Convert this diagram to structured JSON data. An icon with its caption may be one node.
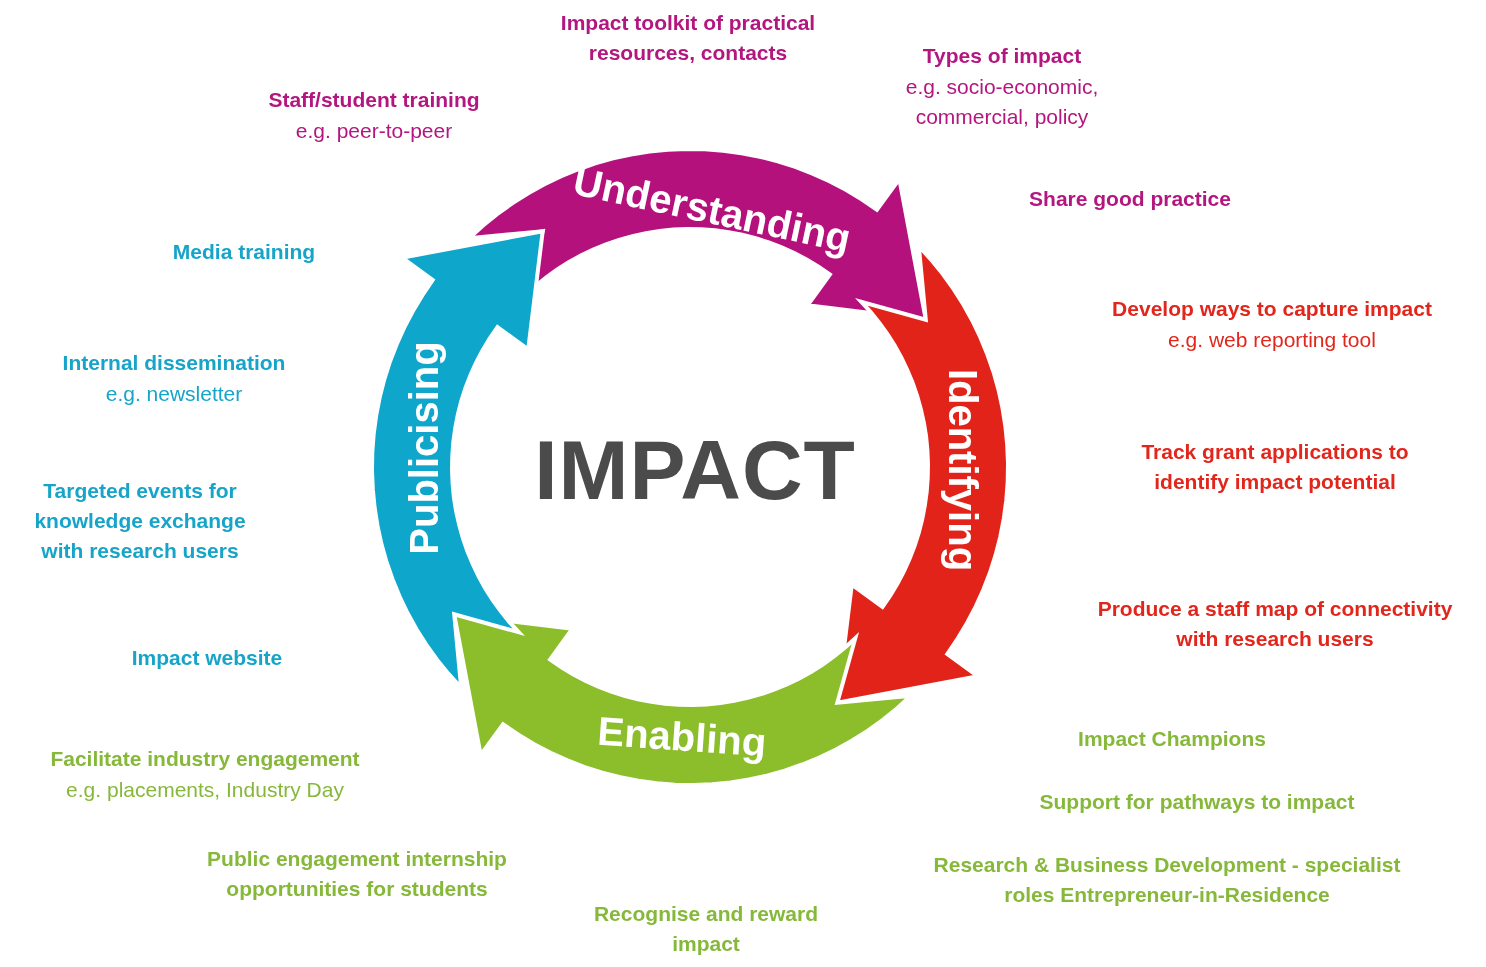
{
  "diagram": {
    "nodes": [
      {
        "text": [
          "IMPACT"
        ]
      },
      {
        "text": [
          "Understanding"
        ]
      },
      {
        "text": [
          "Identifying"
        ]
      },
      {
        "text": [
          "Enabling"
        ]
      },
      {
        "text": [
          "Publicising"
        ]
      }
    ],
    "labels": [
      "Impact toolkit of practical resources, contacts",
      "Types of impact",
      "e.g. socio-economic, commercial, policy",
      "Staff/student training",
      "e.g. peer-to-peer",
      "Share good practice",
      "Media training",
      "Develop ways to capture impact",
      "e.g. web reporting tool",
      "Internal dissemination",
      "e.g. newsletter",
      "Track grant applications to identify impact potential",
      "Targeted events for knowledge exchange with research users",
      "Produce a staff map of connectivity with research users",
      "Impact website",
      "Impact Champions",
      "Facilitate industry engagement",
      "e.g. placements, Industry Day",
      "Support for pathways to impact",
      "Public engagement internship opportunities for students",
      "Research & Business Development - specialist roles Entrepreneur-in-Residence",
      "Recognise and reward impact"
    ]
  }
}
